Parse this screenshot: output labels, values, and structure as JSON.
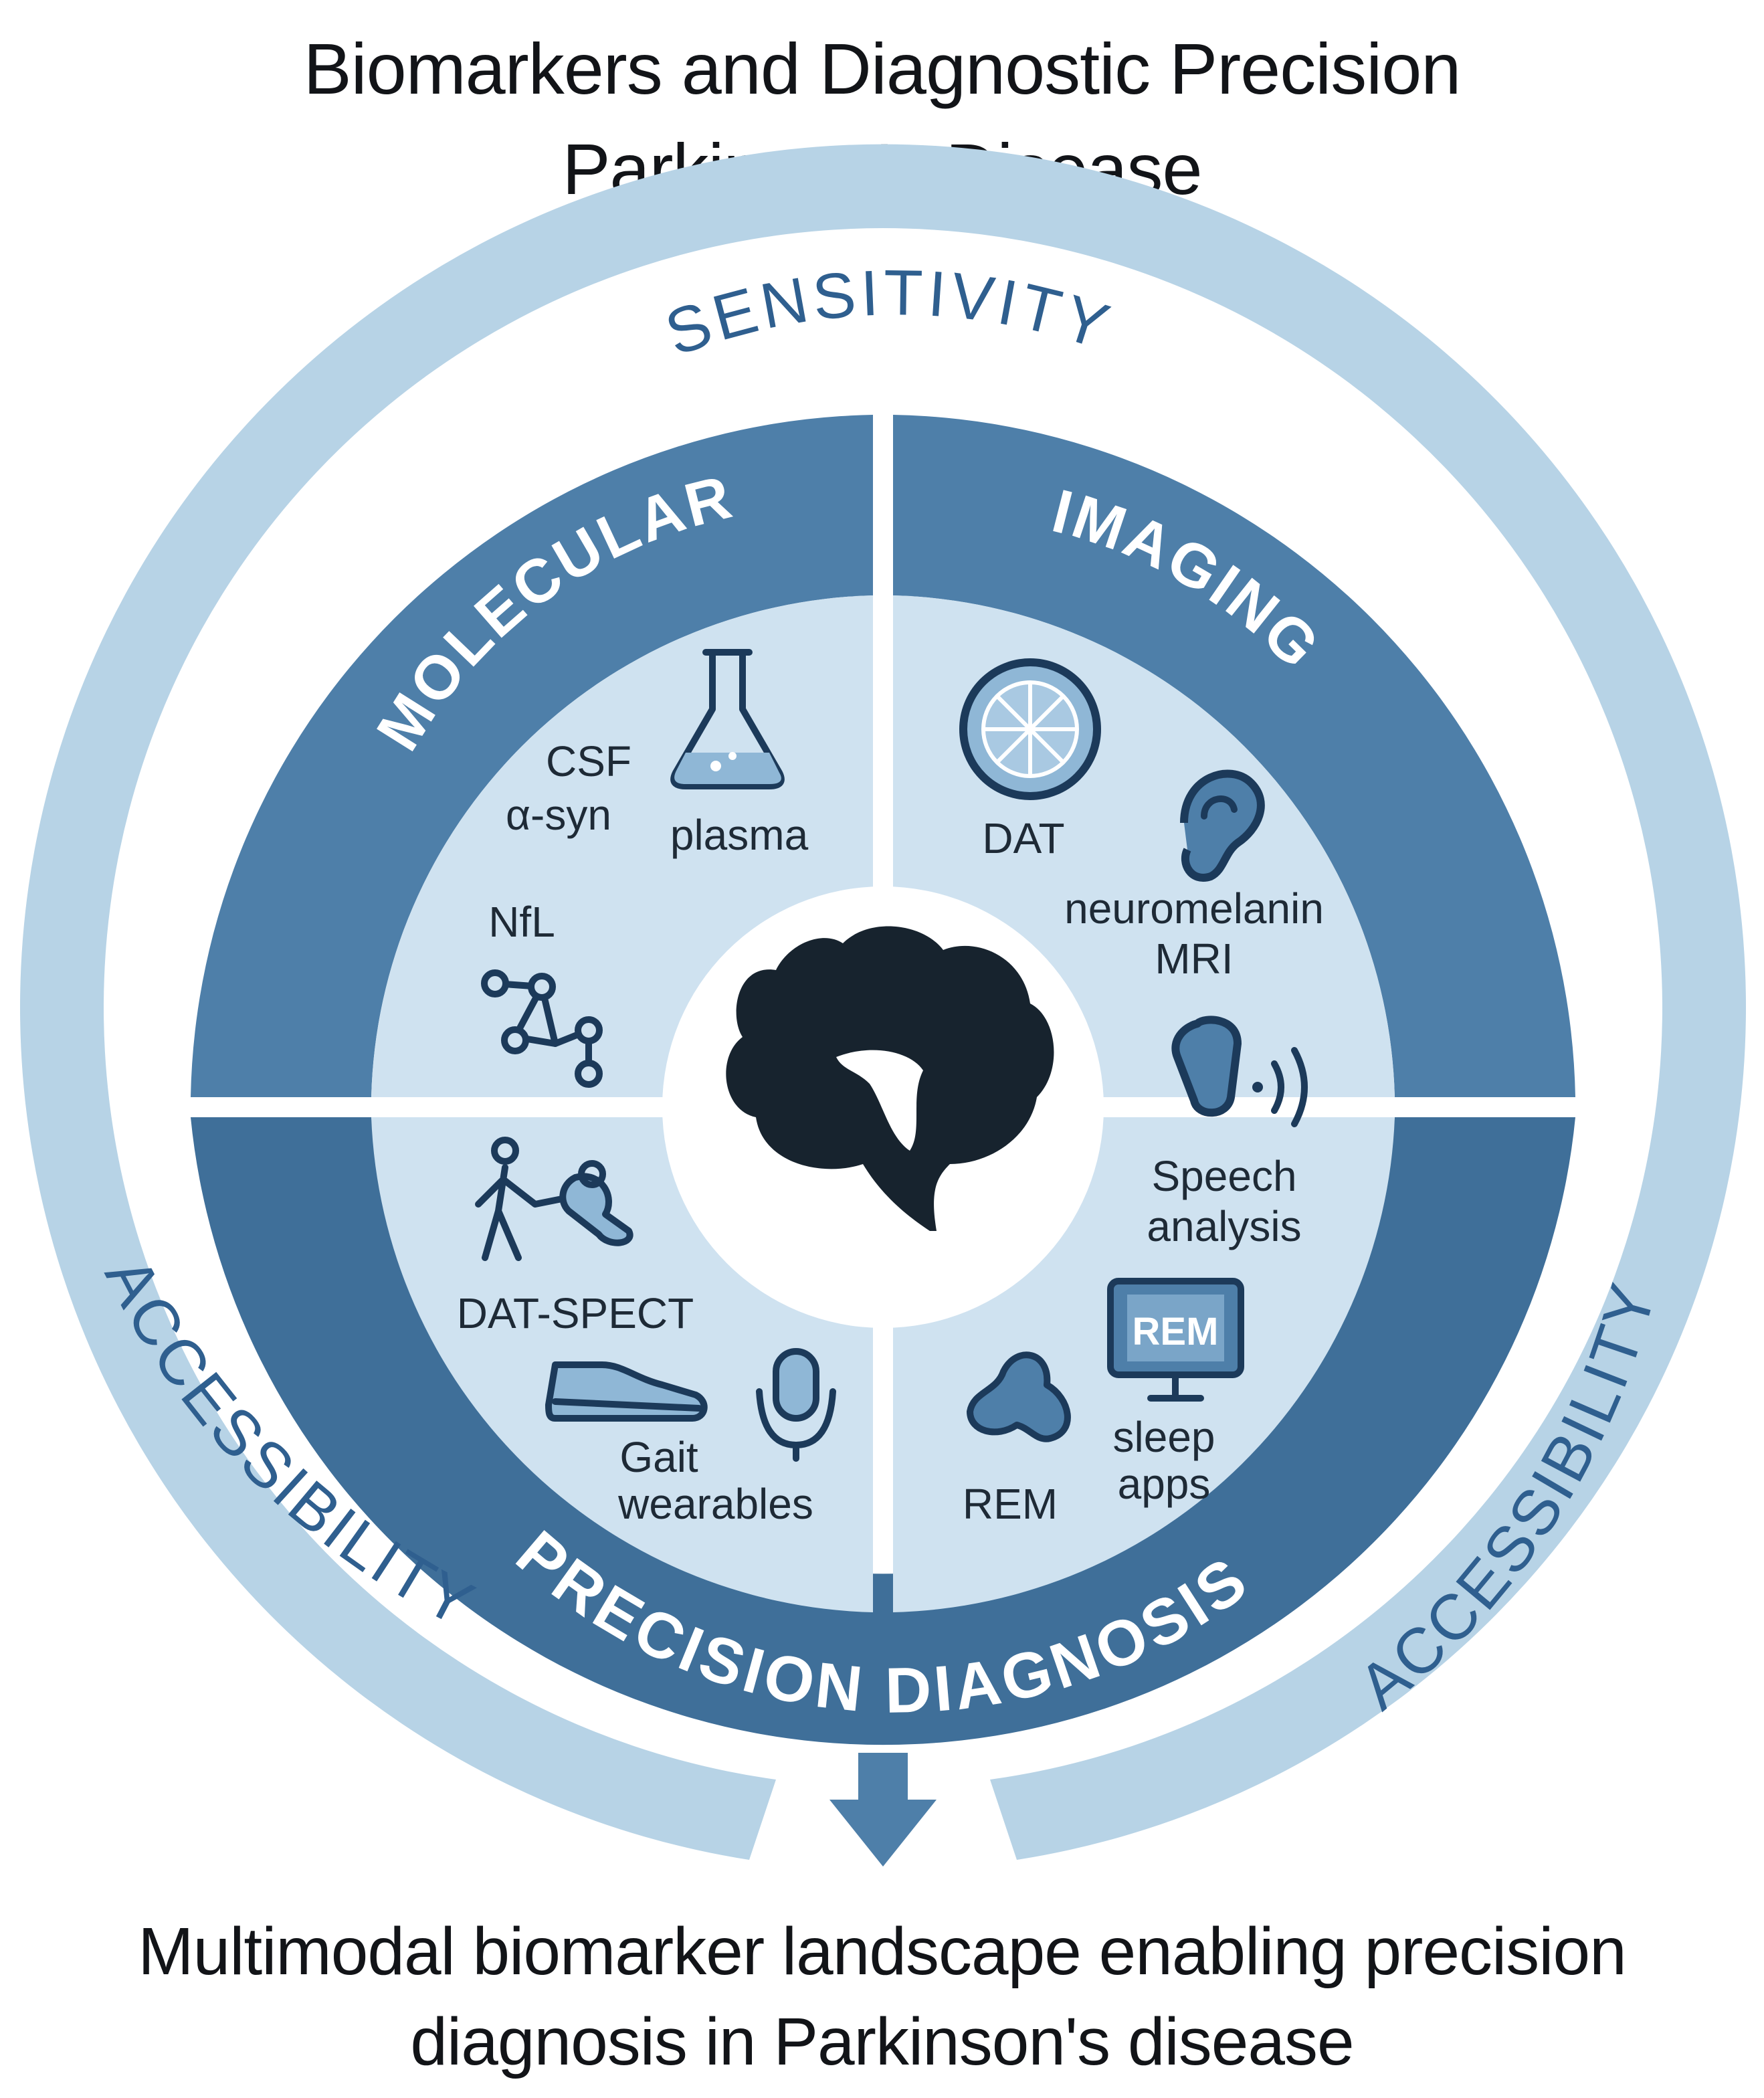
{
  "title": {
    "line1": "Biomarkers and Diagnostic Precision",
    "line2": "Parkinson's Disease"
  },
  "outer_ring": {
    "top": "SENSITIVITY",
    "left": "ACCESSIBILITY",
    "right": "ACCESSIBILITY"
  },
  "quadrants": {
    "molecular": "MOLECULAR",
    "imaging": "IMAGING",
    "bottom": "PRECISION DIAGNOSIS"
  },
  "items": {
    "csf_line1": "CSF",
    "csf_line2": "α-syn",
    "plasma": "plasma",
    "nfl": "NfL",
    "dat": "DAT",
    "neuromelanin_line1": "neuromelanin",
    "neuromelanin_line2": "MRI",
    "speech_line1": "Speech",
    "speech_line2": "analysis",
    "datspect": "DAT-SPECT",
    "gait_line1": "Gait",
    "gait_line2": "wearables",
    "rem": "REM",
    "rem_screen": "REM",
    "sleep_line1": "sleep",
    "sleep_line2": "apps"
  },
  "caption": {
    "line1": "Multimodal biomarker landscape enabling precision",
    "line2": "diagnosis in Parkinson's disease"
  },
  "colors": {
    "outer_ring": "#b7d3e6",
    "band": "#4e7fa9",
    "inner": "#cfe2f0",
    "center": "#ffffff",
    "text_dark": "#121418",
    "ring_text": "#2f5f8f"
  },
  "icons": [
    "flask-icon",
    "network-icon",
    "dat-scan-icon",
    "ear-icon",
    "speech-icon",
    "walking-person-icon",
    "shoe-icon",
    "microphone-icon",
    "rem-screen-icon",
    "blob-icon",
    "brain-icon",
    "down-arrow-icon"
  ]
}
